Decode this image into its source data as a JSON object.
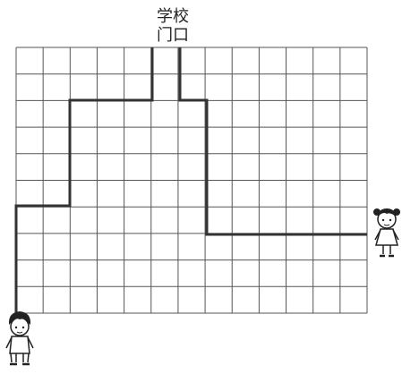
{
  "labels": {
    "school_gate_line1": "学校",
    "school_gate_line2": "门口"
  },
  "grid": {
    "columns": 13,
    "rows": 10
  },
  "colors": {
    "grid_line": "#555555",
    "path_line": "#333333",
    "background": "#ffffff"
  },
  "figures": {
    "left_child": "boy-figure",
    "right_child": "girl-figure"
  }
}
